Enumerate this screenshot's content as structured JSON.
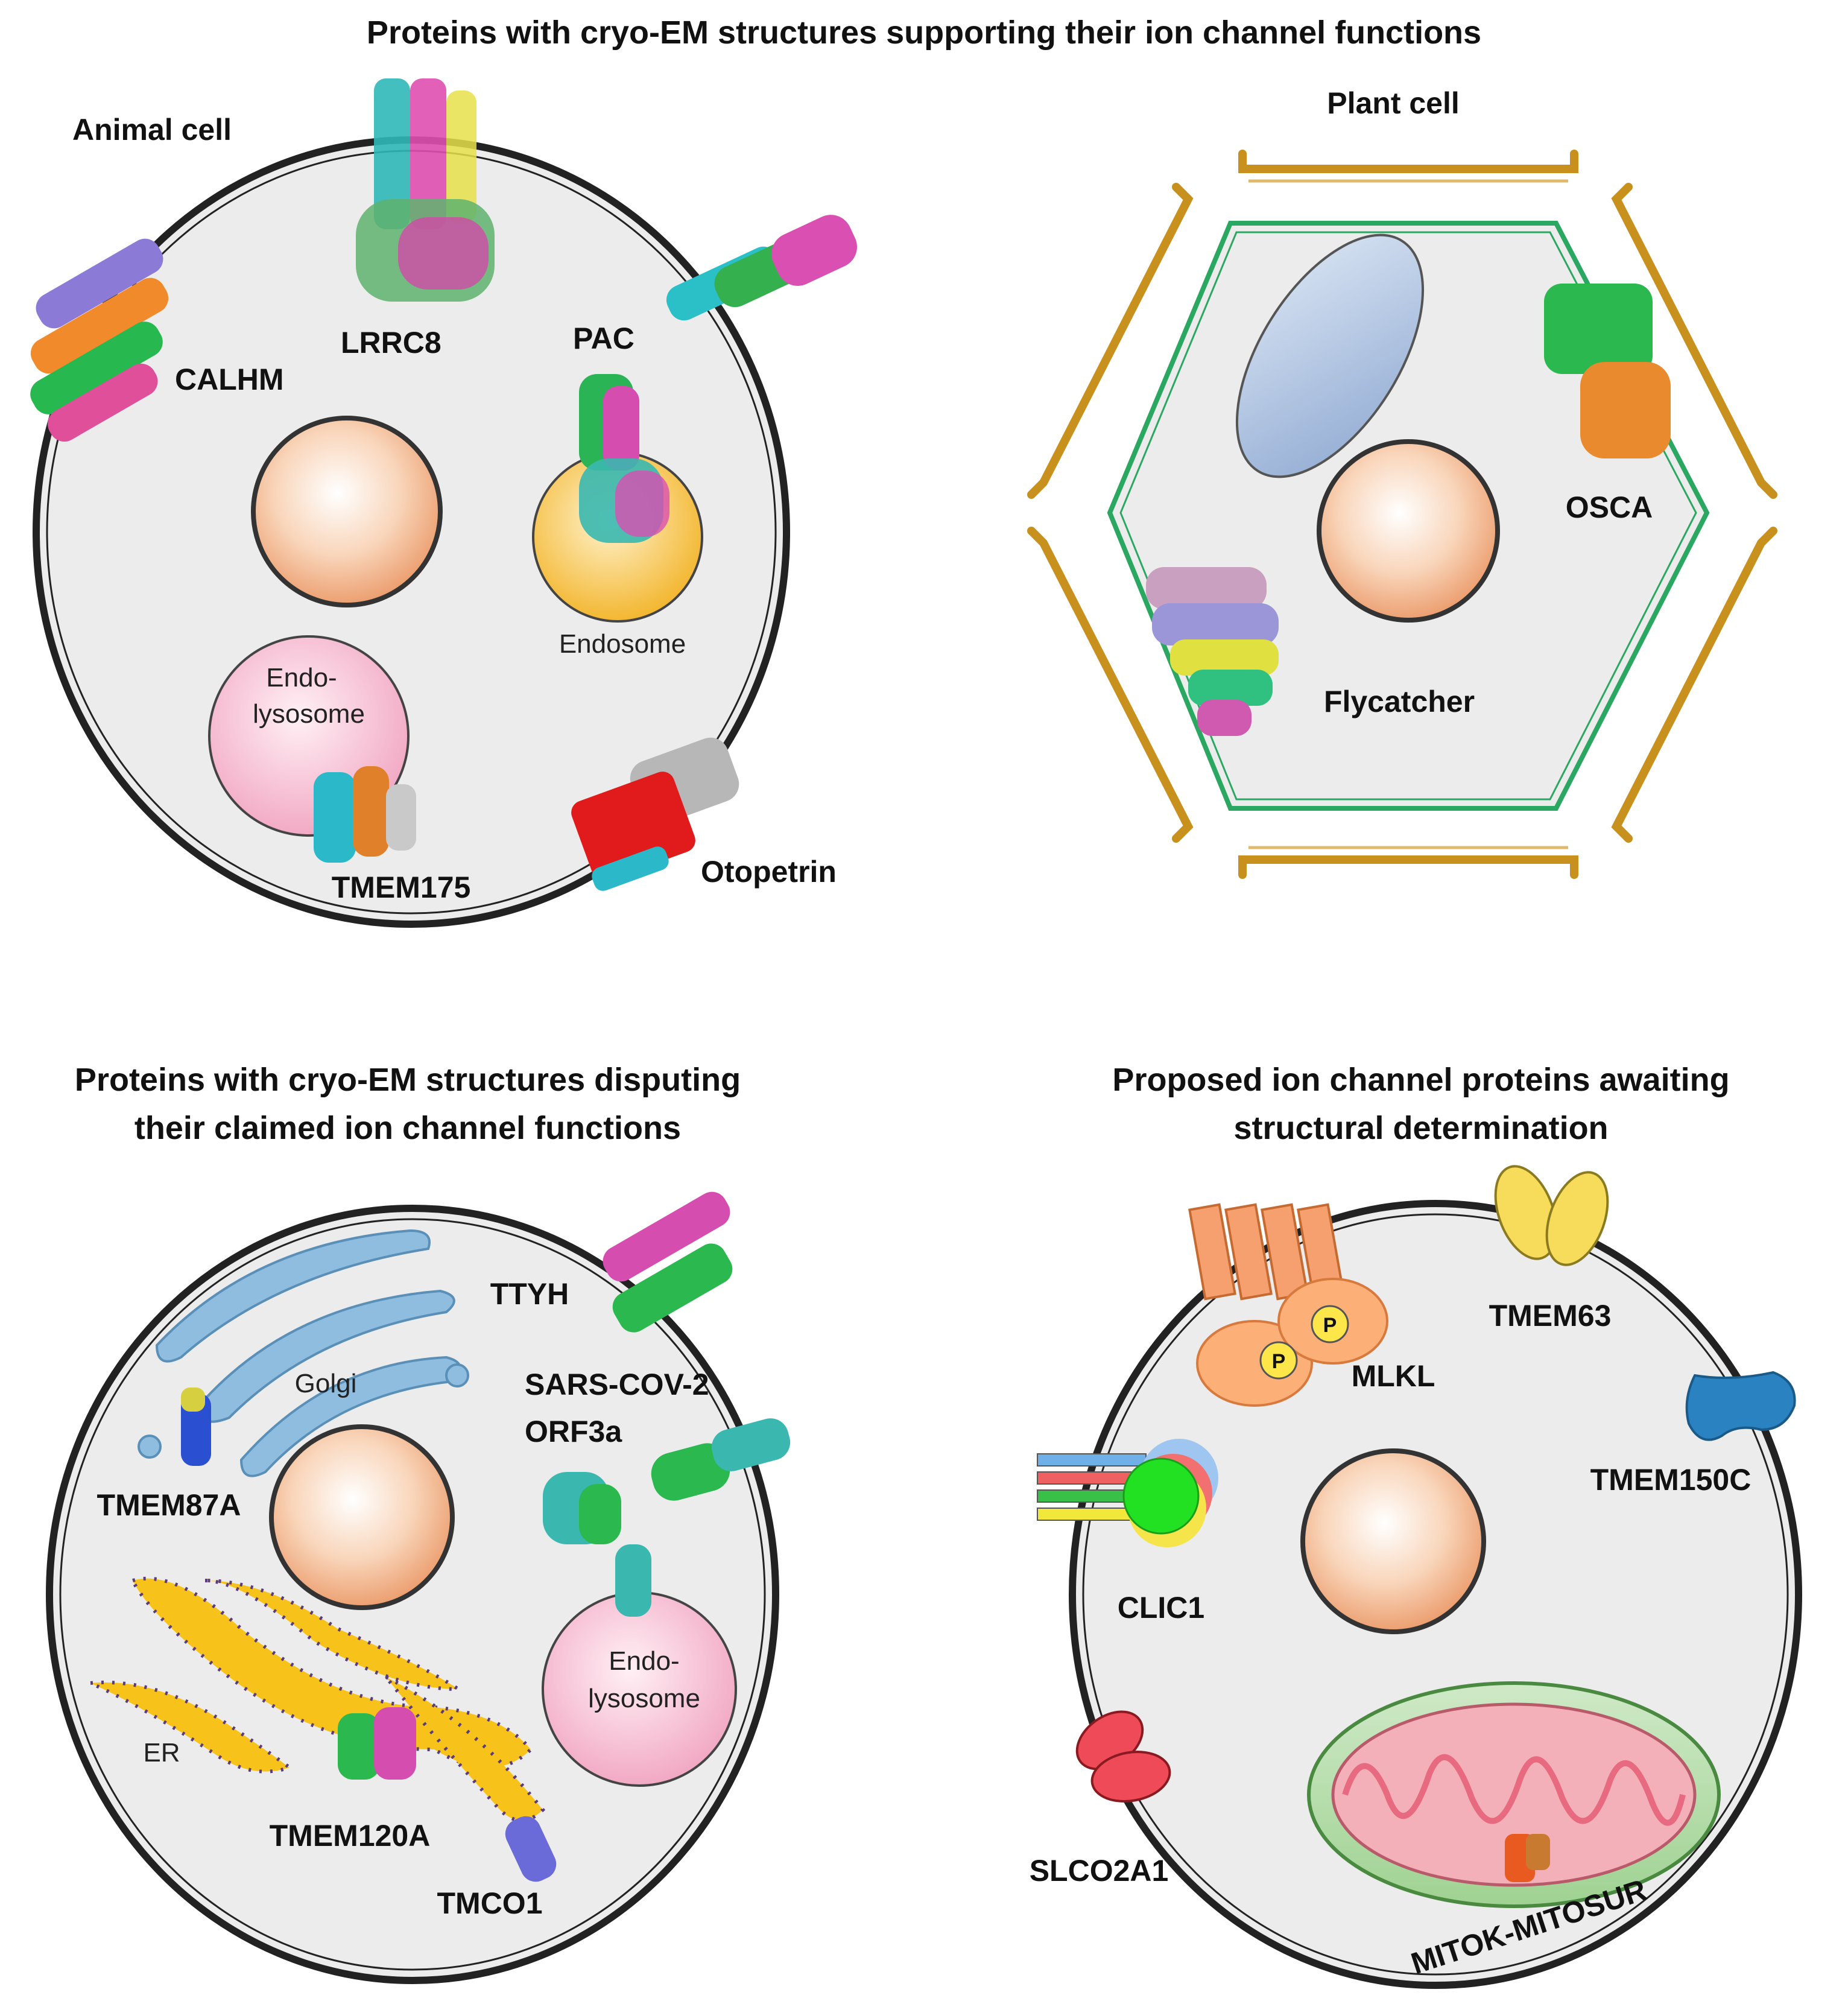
{
  "titles": {
    "top": "Proteins with cryo-EM structures supporting their ion channel functions",
    "bottom_left_line1": "Proteins with cryo-EM structures disputing",
    "bottom_left_line2": "their claimed ion channel functions",
    "bottom_right_line1": "Proposed ion channel proteins awaiting",
    "bottom_right_line2": "structural determination"
  },
  "animal_cell": {
    "heading": "Animal cell",
    "proteins": {
      "calhm": "CALHM",
      "lrrc8": "LRRC8",
      "pac": "PAC",
      "tmem175": "TMEM175",
      "otopetrin": "Otopetrin"
    },
    "organelles": {
      "endosome": "Endosome",
      "endolysosome_line1": "Endo-",
      "endolysosome_line2": "lysosome"
    }
  },
  "plant_cell": {
    "heading": "Plant cell",
    "proteins": {
      "osca": "OSCA",
      "flycatcher": "Flycatcher"
    }
  },
  "disputed_cell": {
    "proteins": {
      "ttyh": "TTYH",
      "sars_line1": "SARS-COV-2",
      "sars_line2": "ORF3a",
      "tmem87a": "TMEM87A",
      "tmem120a": "TMEM120A",
      "tmco1": "TMCO1"
    },
    "organelles": {
      "golgi": "Golgi",
      "er": "ER",
      "endolysosome_line1": "Endo-",
      "endolysosome_line2": "lysosome"
    }
  },
  "proposed_cell": {
    "proteins": {
      "tmem63": "TMEM63",
      "mlkl": "MLKL",
      "tmem150c": "TMEM150C",
      "clic1": "CLIC1",
      "slco2a1": "SLCO2A1",
      "mitok": "MITOK-MITOSUR"
    },
    "mlkl_marker": "P"
  },
  "colors": {
    "cell_fill": "#ececec",
    "nucleus": "#f3b98f",
    "endosome": "#f6c453",
    "endolysosome": "#f5c6d7",
    "golgi": "#8fbde0",
    "er": "#f7c21a",
    "plant_wall": "#c8901c",
    "plant_membrane": "#2aa862",
    "vacuole": "#a9c0df"
  }
}
